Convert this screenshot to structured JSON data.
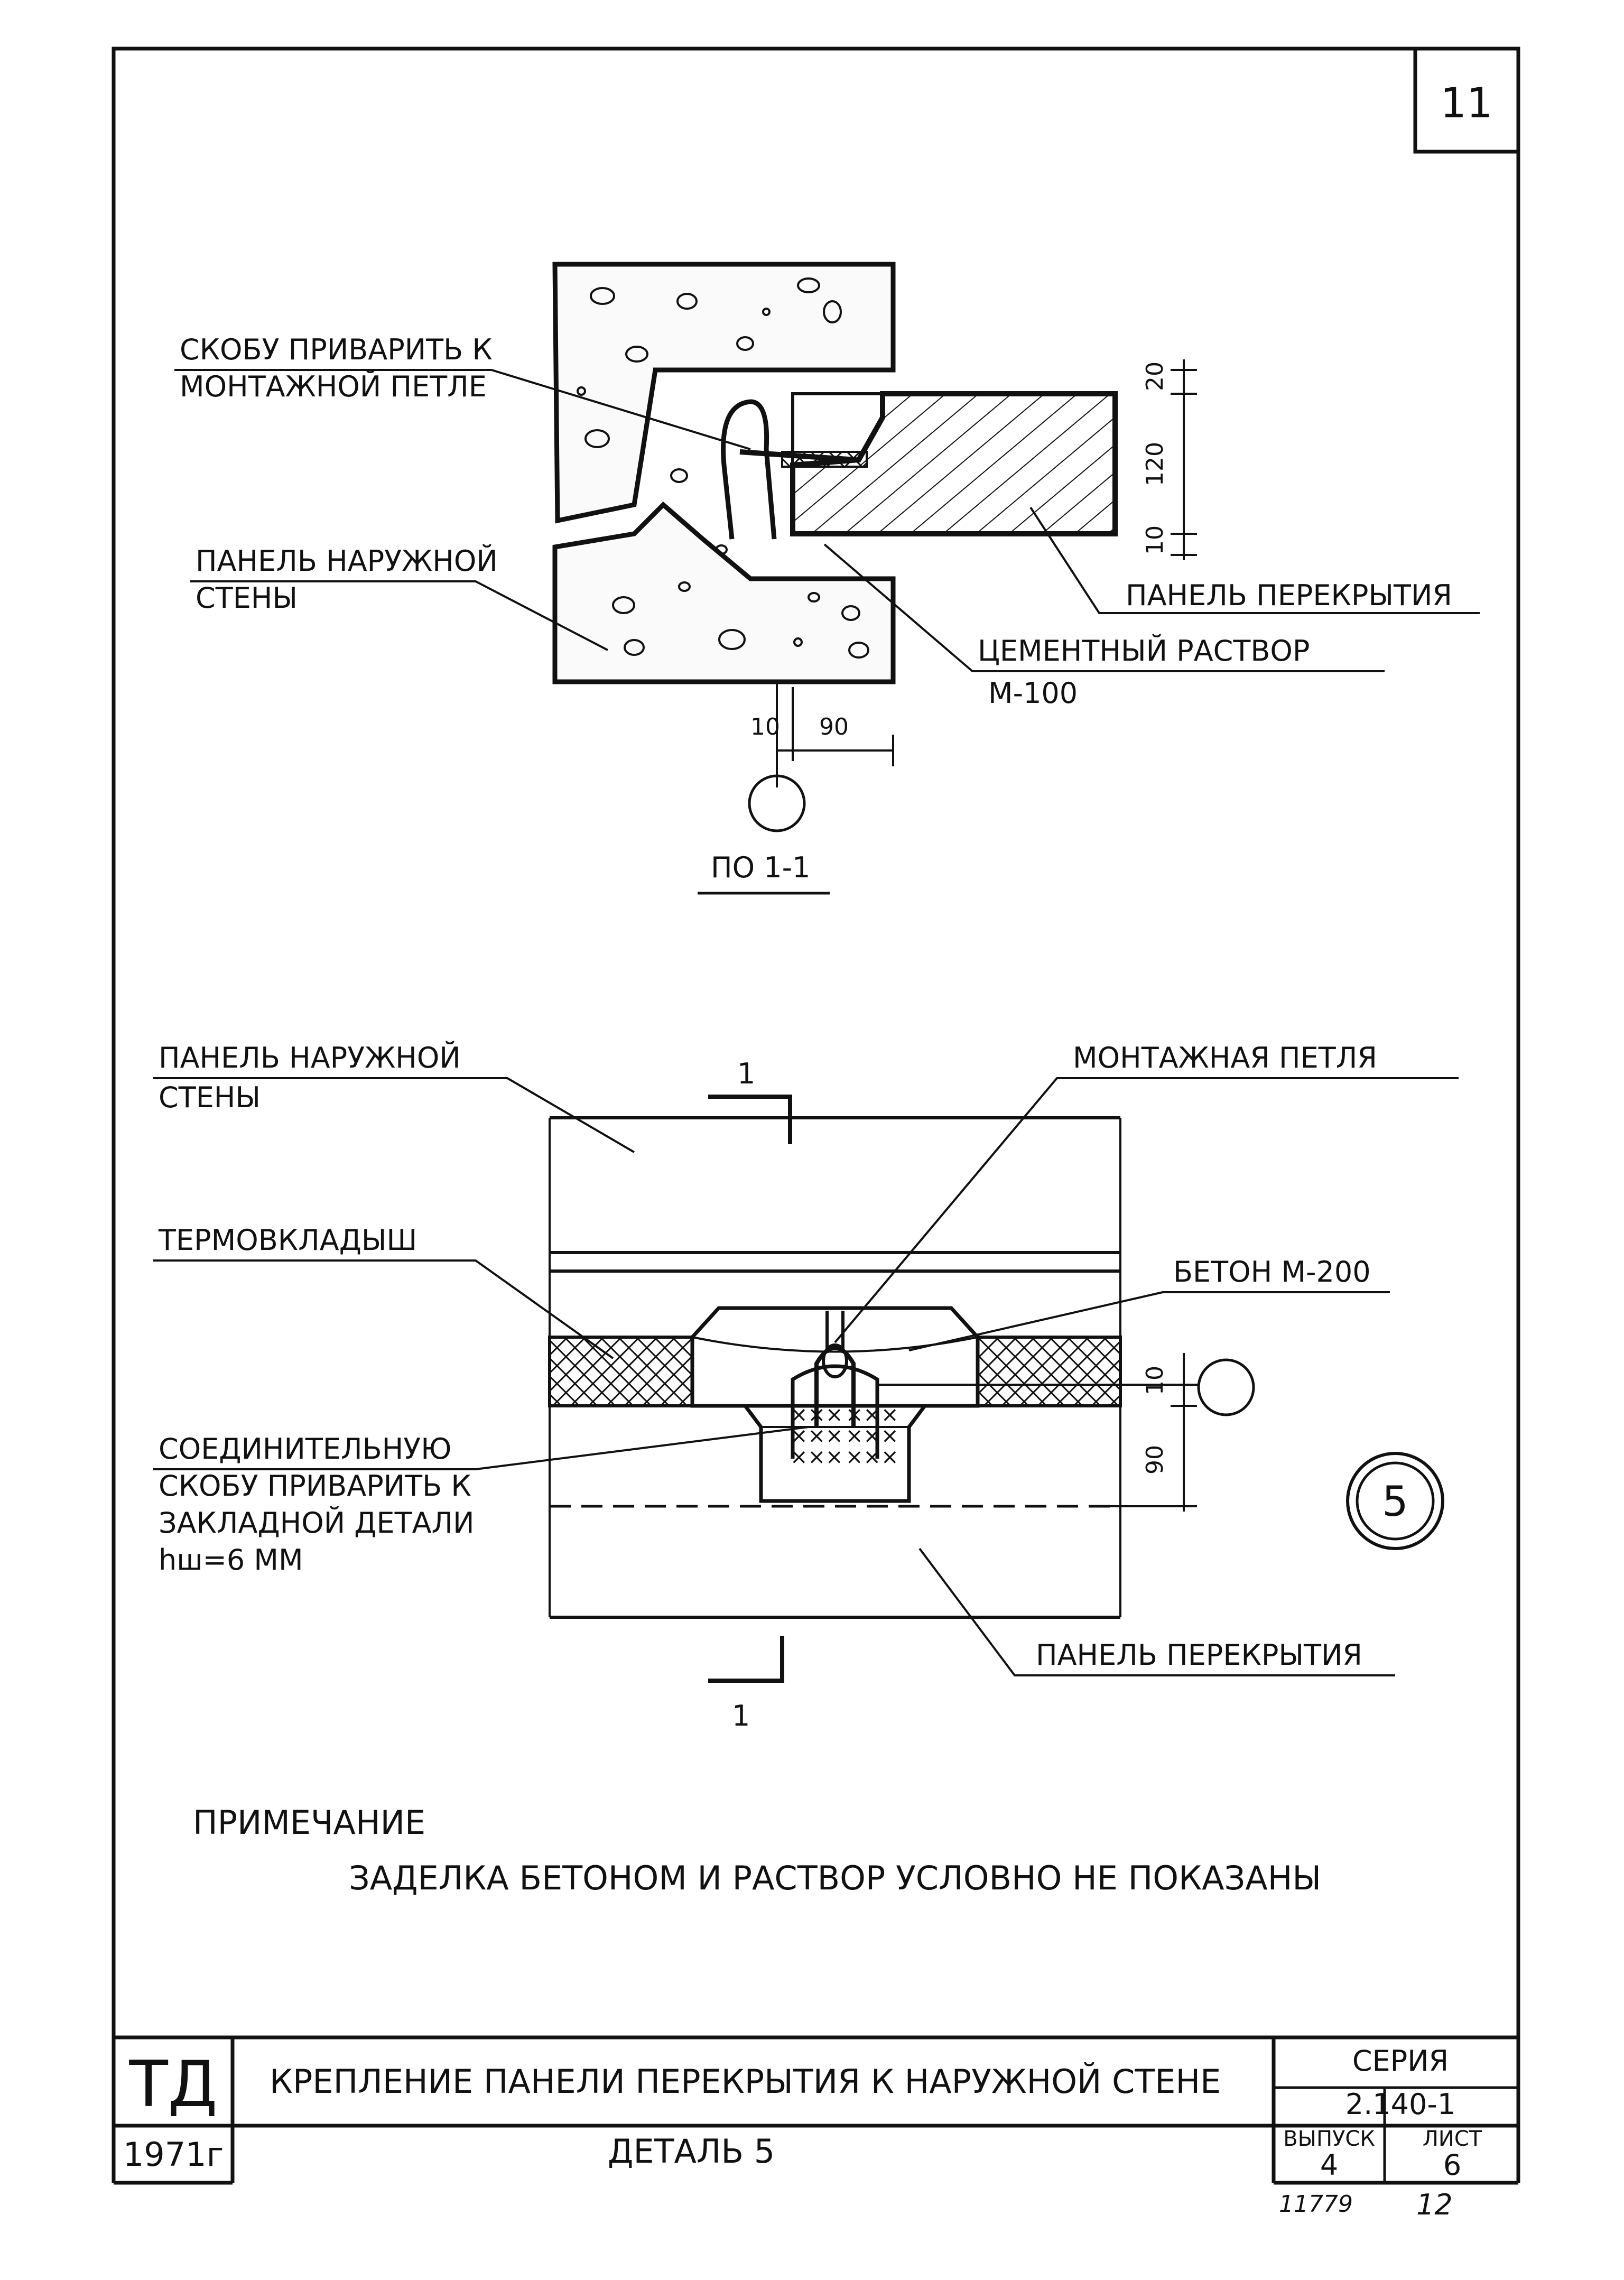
{
  "sheet_number": "11",
  "section_view": {
    "label_bracket": [
      "СКОБУ ПРИВАРИТЬ К",
      "МОНТАЖНОЙ ПЕТЛЕ"
    ],
    "label_wall": [
      "ПАНЕЛЬ НАРУЖНОЙ",
      "СТЕНЫ"
    ],
    "label_slab": "ПАНЕЛЬ ПЕРЕКРЫТИЯ",
    "label_mortar": [
      "ЦЕМЕНТНЫЙ РАСТВОР",
      "М-100"
    ],
    "dim_top": "20",
    "dim_mid": "120",
    "dim_bottom": "10",
    "dim_left": "10",
    "dim_right": "90",
    "caption": "ПО 1-1"
  },
  "plan_view": {
    "label_wall": [
      "ПАНЕЛЬ НАРУЖНОЙ",
      "СТЕНЫ"
    ],
    "label_loop": "МОНТАЖНАЯ ПЕТЛЯ",
    "label_insert": "ТЕРМОВКЛАДЫШ",
    "label_concrete": "БЕТОН М-200",
    "label_weld": [
      "СОЕДИНИТЕЛЬНУЮ",
      "СКОБУ ПРИВАРИТЬ К",
      "ЗАКЛАДНОЙ ДЕТАЛИ",
      "hш=6 ММ"
    ],
    "label_slab": "ПАНЕЛЬ ПЕРЕКРЫТИЯ",
    "dim_top": "10",
    "dim_bottom": "90",
    "section_mark_top": "1",
    "section_mark_bottom": "1",
    "detail_number": "5"
  },
  "note": {
    "heading": "ПРИМЕЧАНИЕ",
    "text": "ЗАДЕЛКА БЕТОНОМ И РАСТВОР УСЛОВНО НЕ ПОКАЗАНЫ"
  },
  "title_block": {
    "org": "ТД",
    "year": "1971г",
    "title": "КРЕПЛЕНИЕ ПАНЕЛИ ПЕРЕКРЫТИЯ К НАРУЖНОЙ СТЕНЕ",
    "subtitle": "ДЕТАЛЬ 5",
    "series_label": "СЕРИЯ",
    "series_value": "2.140-1",
    "issue_label": "ВЫПУСК",
    "issue_value": "4",
    "sheet_label": "ЛИСТ",
    "sheet_value": "6"
  },
  "archive_number": "11779",
  "archive_sheet": "12"
}
